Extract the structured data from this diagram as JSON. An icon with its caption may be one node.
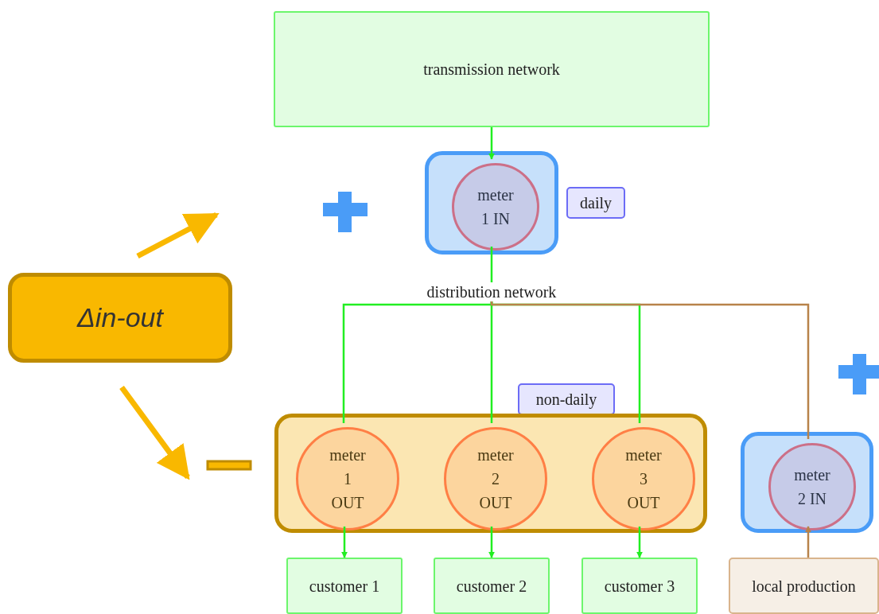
{
  "diagram": {
    "nodes": [
      {
        "text": [
          "transmission network"
        ]
      },
      {
        "text": [],
        "shape": "box"
      },
      {
        "text": [
          "meter 1 IN"
        ],
        "in": 1
      },
      {
        "text": [
          "daily"
        ]
      },
      {
        "text": [
          "distribution network"
        ]
      },
      {
        "text": [
          "Δin-out"
        ]
      },
      {
        "text": [
          "non-daily"
        ]
      },
      {
        "text": [],
        "shape": "box"
      },
      {
        "text": [
          "meter 1 OUT"
        ],
        "in": 7
      },
      {
        "text": [
          "meter 2 OUT"
        ],
        "in": 7
      },
      {
        "text": [
          "meter 3 OUT"
        ],
        "in": 7
      },
      {
        "text": [],
        "shape": "box"
      },
      {
        "text": [
          "meter 2 IN"
        ],
        "in": 11
      },
      {
        "text": [
          "customer 1"
        ]
      },
      {
        "text": [
          "customer 2"
        ]
      },
      {
        "text": [
          "customer 3"
        ]
      },
      {
        "text": [
          "local production"
        ]
      }
    ],
    "edges": [
      {
        "from": 0,
        "to": 2,
        "arrow": "to"
      },
      {
        "from": 2,
        "to": 4,
        "arrow": "none"
      },
      {
        "from": 4,
        "to": 8,
        "arrow": "none"
      },
      {
        "from": 4,
        "to": 9,
        "arrow": "none"
      },
      {
        "from": 4,
        "to": 10,
        "arrow": "none"
      },
      {
        "from": 8,
        "to": 13,
        "arrow": "to"
      },
      {
        "from": 9,
        "to": 14,
        "arrow": "to"
      },
      {
        "from": 10,
        "to": 15,
        "arrow": "to"
      },
      {
        "from": 16,
        "to": 12,
        "arrow": "to",
        "color": "#b8834a"
      },
      {
        "from": 12,
        "to": 4,
        "arrow": "none",
        "color": "#b8834a"
      },
      {
        "from": 5,
        "to": null,
        "arrow": "to",
        "style": "thick",
        "color": "#f9b800"
      },
      {
        "from": 5,
        "to": null,
        "arrow": "to",
        "style": "thick",
        "color": "#f9b800"
      }
    ]
  }
}
